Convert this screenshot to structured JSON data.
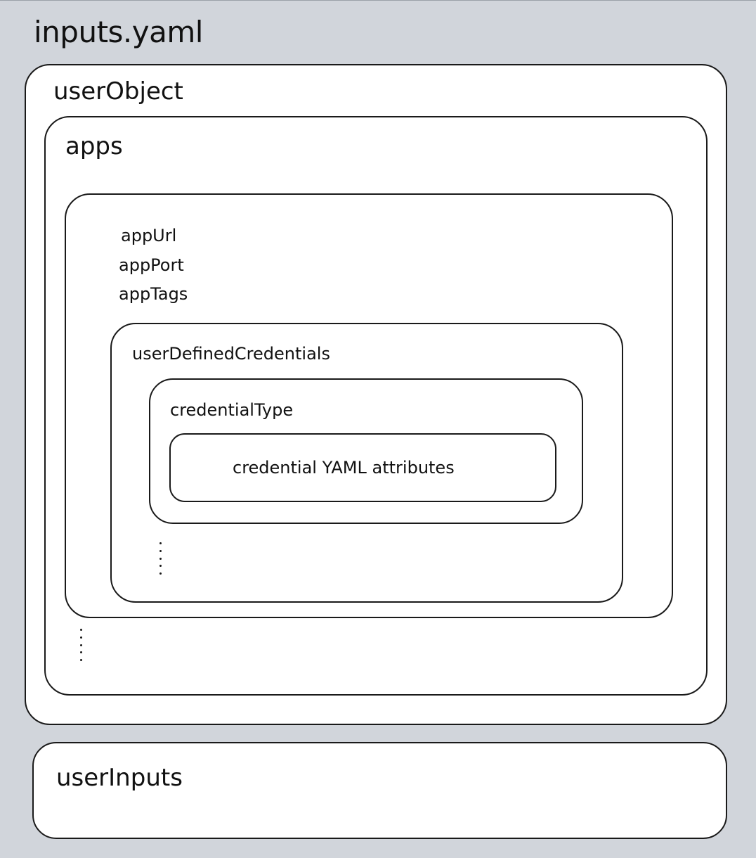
{
  "diagram": {
    "title": "inputs.yaml",
    "user_object": {
      "label": "userObject",
      "apps": {
        "label": "apps",
        "app_fields": [
          "appUrl",
          "appPort",
          "appTags"
        ],
        "user_defined_credentials": {
          "label": "userDefinedCredentials",
          "credential_type": {
            "label": "credentialType",
            "attributes_label": "credential YAML attributes"
          }
        }
      }
    },
    "user_inputs": {
      "label": "userInputs"
    }
  }
}
